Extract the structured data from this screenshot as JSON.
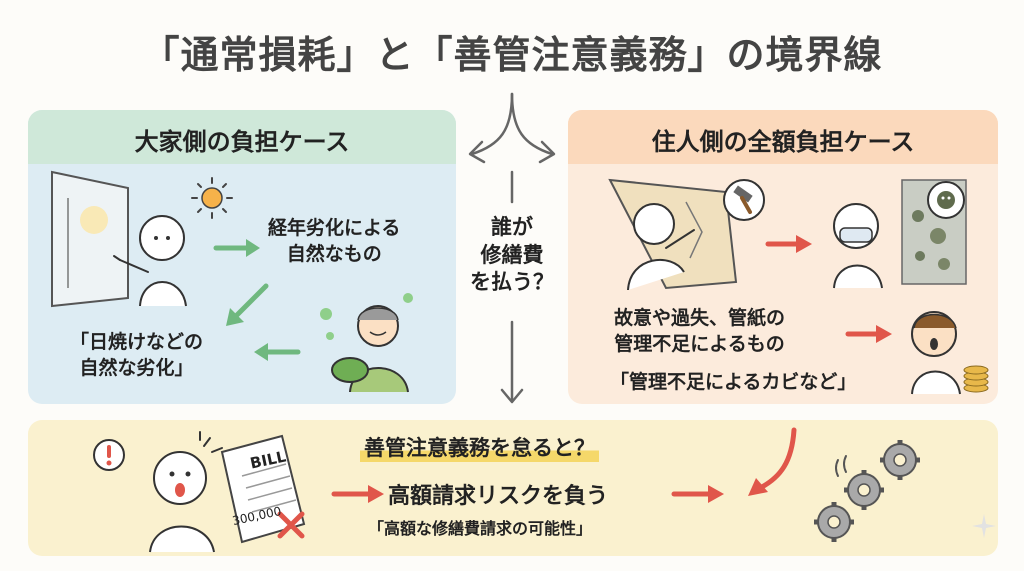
{
  "title": "「通常損耗」と「善管注意義務」の境界線",
  "center_question": [
    "誰が",
    "修繕費",
    "を払う？"
  ],
  "left_panel": {
    "header": "大家側の負担ケース",
    "aging_text": [
      "経年劣化による",
      "自然なもの"
    ],
    "sunburn_text": [
      "「日焼けなどの",
      "自然な劣化」"
    ]
  },
  "right_panel": {
    "header": "住人側の全額負担ケース",
    "negligence_text": [
      "故意や過失、管紙の",
      "管理不足によるもの"
    ],
    "mold_text": "「管理不足によるカビなど」"
  },
  "bottom_panel": {
    "warning_title": "善管注意義務を怠ると？",
    "risk_text": "高額請求リスクを負う",
    "risk_subtext": "「高額な修繕費請求の可能性」",
    "bill_label": "BILL",
    "bill_amount": "300,000"
  },
  "colors": {
    "left_panel_bg": "#ddecf3",
    "left_header_bg": "#cfe8d9",
    "right_panel_bg": "#fcebdc",
    "right_header_bg": "#fbd9bc",
    "bottom_panel_bg": "#faf1cf",
    "green_arrow": "#6fb87f",
    "red_arrow": "#e0564a",
    "highlight": "#f5d86a"
  }
}
